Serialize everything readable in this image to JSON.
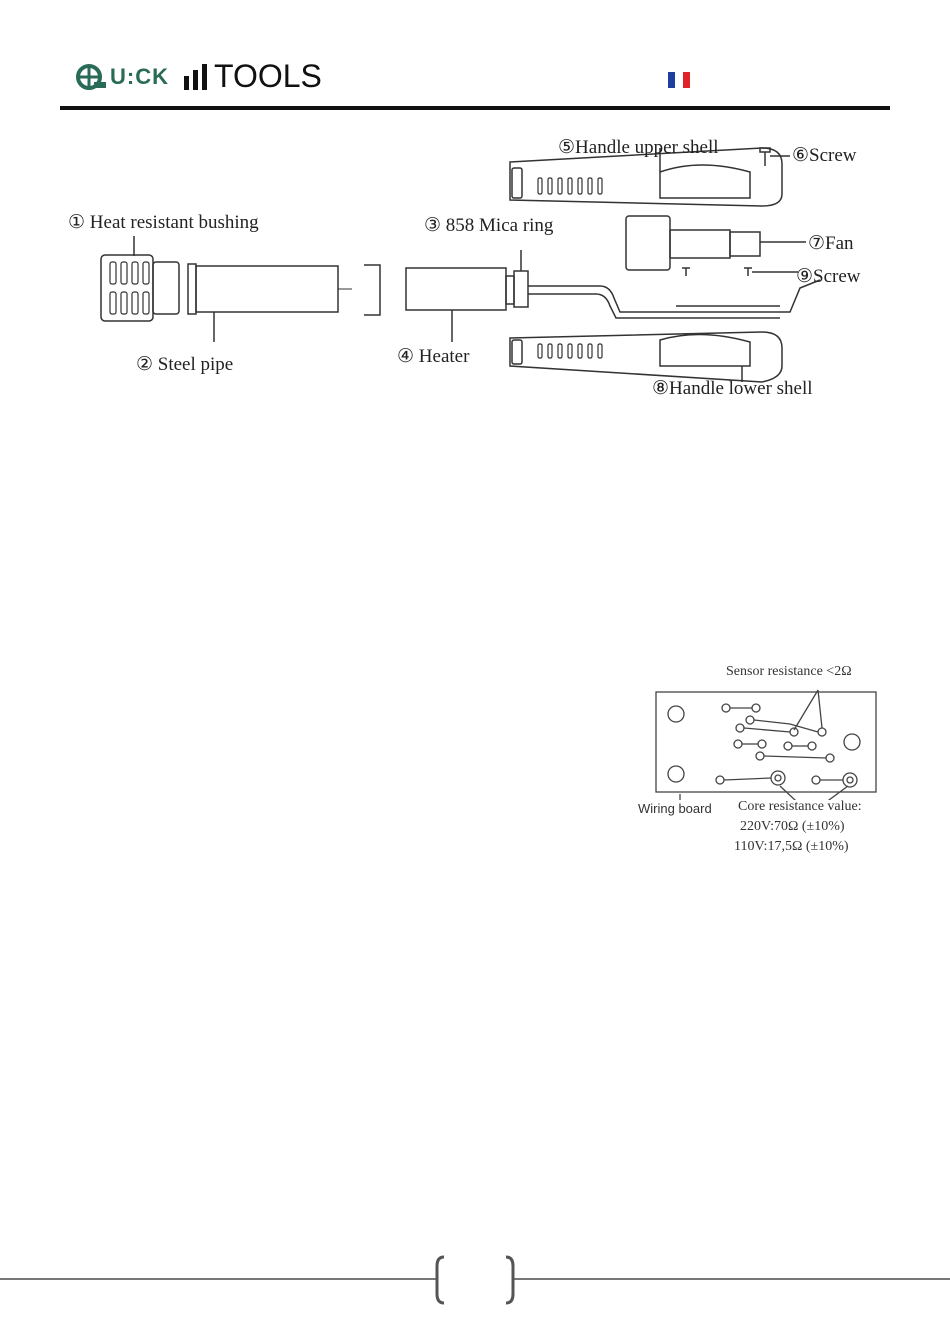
{
  "brand": {
    "quick": "U:CK",
    "tools": "TOOLS",
    "colors": {
      "green": "#2a6b58",
      "black": "#111111"
    }
  },
  "flag": {
    "colors": [
      "#1d3f9e",
      "#ffffff",
      "#e0222b"
    ]
  },
  "exploded_view": {
    "labels": {
      "p1": "① Heat resistant bushing",
      "p2": "② Steel pipe",
      "p3": "③ 858 Mica ring",
      "p4": "④ Heater",
      "p5": "⑤Handle upper shell",
      "p6": "⑥Screw",
      "p7": "⑦Fan",
      "p8": "⑧Handle lower shell",
      "p9": "⑨Screw"
    }
  },
  "wiring": {
    "sensor": "Sensor resistance <2Ω",
    "board": "Wiring board",
    "core_title": "Core resistance value:",
    "core_220": "220V:70Ω  (±10%)",
    "core_110": "110V:17,5Ω  (±10%)"
  }
}
